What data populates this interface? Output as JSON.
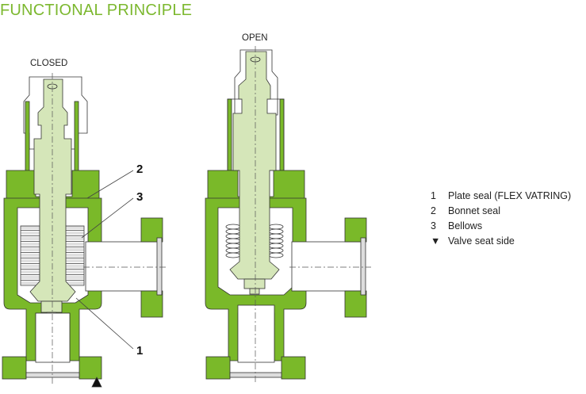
{
  "title": "FUNCTIONAL PRINCIPLE",
  "colors": {
    "title": "#7cb82f",
    "body": "#7ab929",
    "stem": "#d5e6b9",
    "outline": "#333333"
  },
  "diagrams": [
    {
      "id": "closed",
      "label": "CLOSED"
    },
    {
      "id": "open",
      "label": "OPEN"
    }
  ],
  "callouts": {
    "c1": "1",
    "c2": "2",
    "c3": "3"
  },
  "legend": [
    {
      "key": "1",
      "text": "Plate seal (FLEX VATRING)"
    },
    {
      "key": "2",
      "text": "Bonnet seal"
    },
    {
      "key": "3",
      "text": "Bellows"
    },
    {
      "key": "▼",
      "text": "Valve seat side"
    }
  ]
}
